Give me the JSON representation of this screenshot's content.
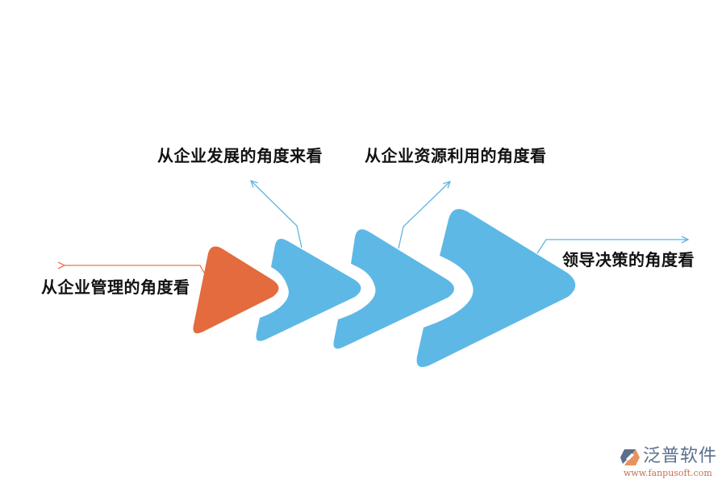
{
  "diagram": {
    "stages": [
      {
        "id": "management",
        "label": "从企业管理的角度看",
        "color": "#e36b3e"
      },
      {
        "id": "development",
        "label": "从企业发展的角度来看",
        "color": "#5eb8e5"
      },
      {
        "id": "resources",
        "label": "从企业资源利用的角度看",
        "color": "#5eb8e5"
      },
      {
        "id": "leadership",
        "label": "领导决策的角度看",
        "color": "#5eb8e5"
      }
    ],
    "colors": {
      "orange": "#e36b3e",
      "orange_line": "#e8794f",
      "blue": "#5eb8e5",
      "blue_line": "#5fb4e0",
      "text": "#111111"
    }
  },
  "logo": {
    "name": "泛普软件",
    "url": "www.fanpusoft.com"
  }
}
